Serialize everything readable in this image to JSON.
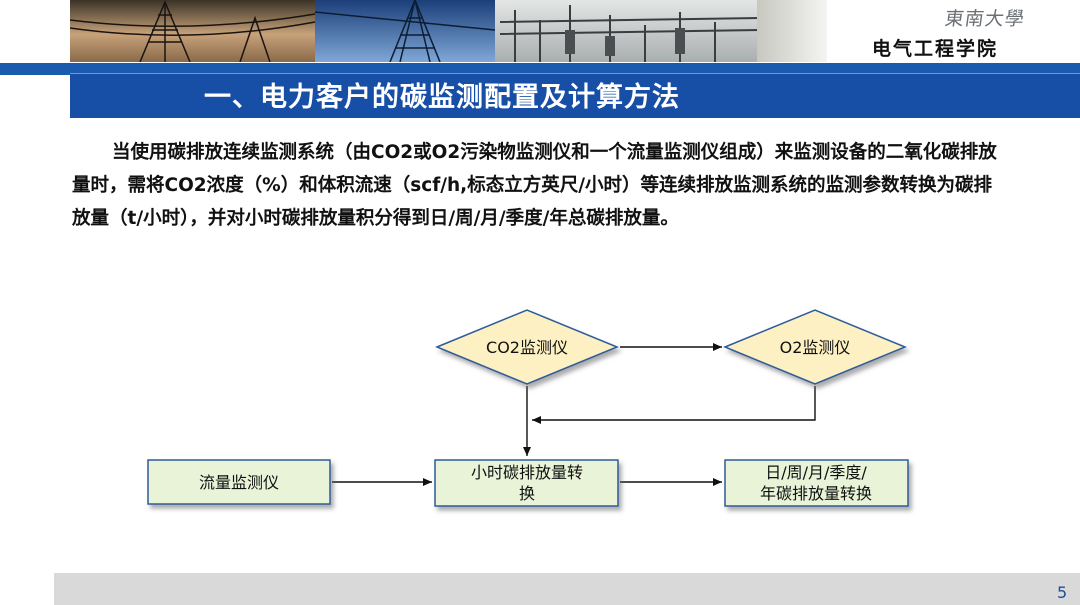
{
  "header": {
    "university_logo": "東南大學",
    "college": "电气工程学院"
  },
  "title": "一、电力客户的碳监测配置及计算方法",
  "paragraph": "当使用碳排放连续监测系统（由CO2或O2污染物监测仪和一个流量监测仪组成）来监测设备的二氧化碳排放量时，需将CO2浓度（%）和体积流速（scf/h,标态立方英尺/小时）等连续排放监测系统的监测参数转换为碳排放量（t/小时），并对小时碳排放量积分得到日/周/月/季度/年总碳排放量。",
  "diagram": {
    "co2_monitor": "CO2监测仪",
    "o2_monitor": "O2监测仪",
    "flow_monitor": "流量监测仪",
    "hourly_line1": "小时碳排放量转",
    "hourly_line2": "换",
    "period_line1": "日/周/月/季度/",
    "period_line2": "年碳排放量转换"
  },
  "page_number": "5",
  "colors": {
    "title_bar": "#174ea6",
    "accent_rule": "#1a5bb0",
    "diamond_fill": "#fdf0c2",
    "box_fill": "#e8f3d8",
    "node_border": "#2e5c9a"
  }
}
